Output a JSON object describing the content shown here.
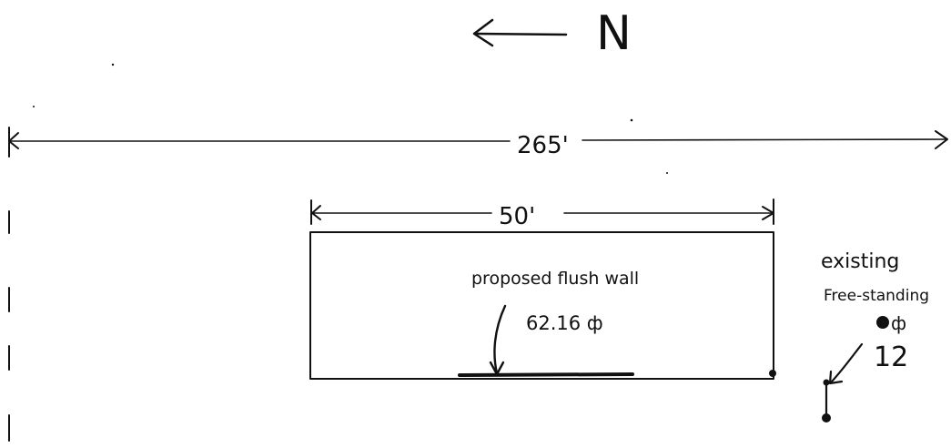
{
  "north_label": "N",
  "overall_dimension": "265'",
  "building_dimension": "50'",
  "proposed_label_line1": "proposed flush wall",
  "proposed_label_line2": "62.16 ф",
  "existing_label_line1": "existing",
  "existing_label_line2": "Free-standing",
  "existing_label_line3": "ф",
  "existing_label_line4": "12",
  "colors": {
    "ink": "#111111",
    "background": "#ffffff"
  }
}
